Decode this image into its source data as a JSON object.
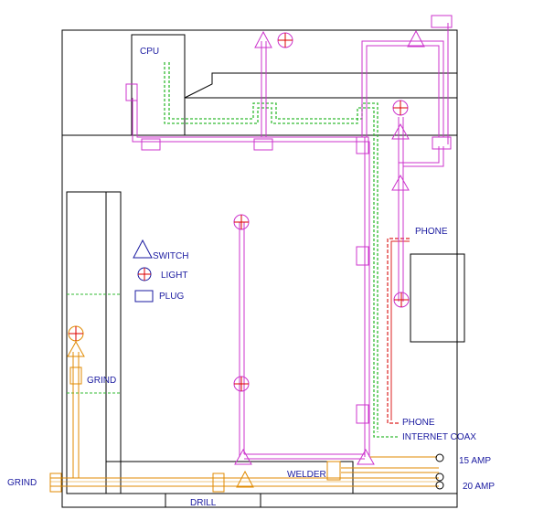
{
  "labels": {
    "cpu": "CPU",
    "legend_switch": "SWITCH",
    "legend_light": "LIGHT",
    "legend_plug": "PLUG",
    "phone_top": "PHONE",
    "phone_bottom": "PHONE",
    "internet_coax": "INTERNET COAX",
    "grind_inside": "GRIND",
    "grind_outside": "GRIND",
    "welder": "WELDER",
    "drill": "DRILL",
    "amp_15": "15 AMP",
    "amp_20": "20 AMP"
  },
  "colors": {
    "walls": "#000000",
    "lighting_circuit": "#cc33cc",
    "power_circuit": "#e08a00",
    "data_cable": "#33bb33",
    "phone_line": "#dd2222",
    "text_blue": "#1a1aa0",
    "symbol_red": "#dd0000"
  }
}
